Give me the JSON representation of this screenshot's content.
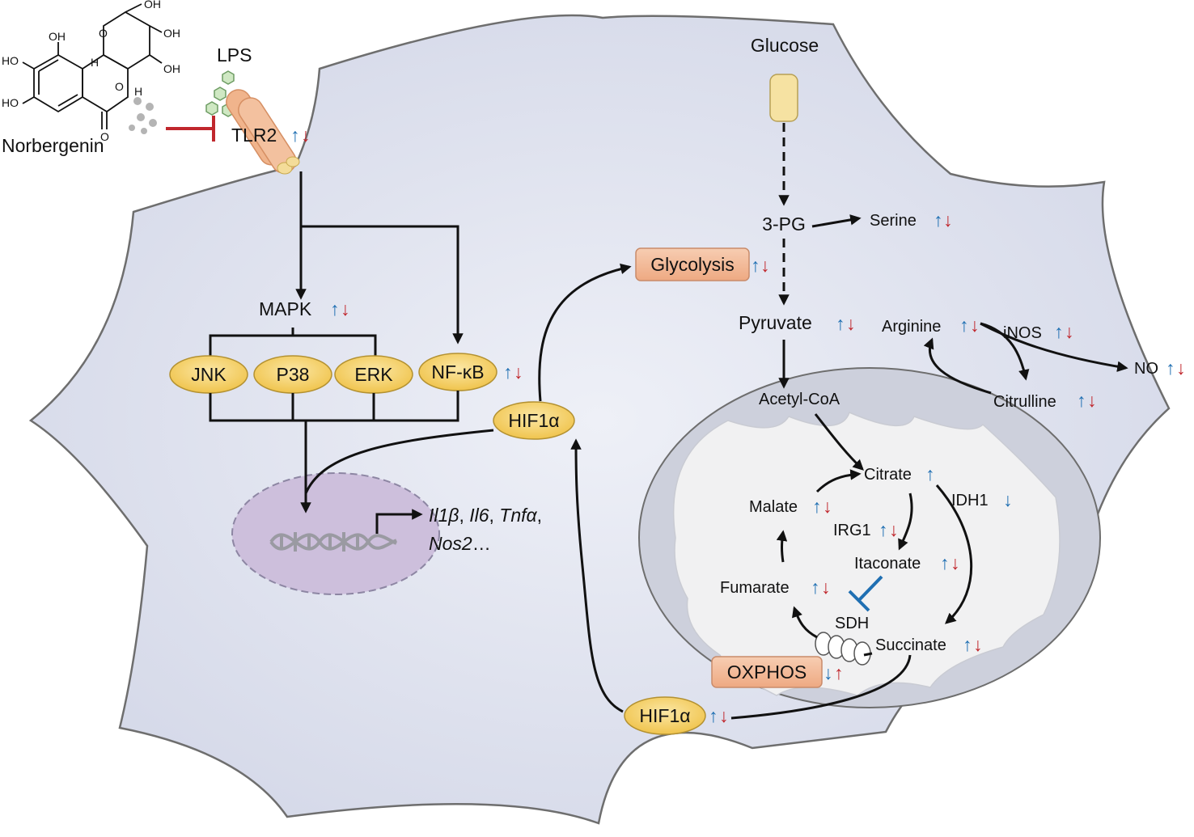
{
  "compound": {
    "name": "Norbergenin",
    "groups": [
      "OH",
      "OH",
      "HO",
      "HO",
      "OH",
      "OH",
      "H",
      "H",
      "O",
      "O",
      "O"
    ]
  },
  "receptor": {
    "ligand": "LPS",
    "name": "TLR2"
  },
  "signaling": {
    "mapk": "MAPK",
    "jnk": "JNK",
    "p38": "P38",
    "erk": "ERK",
    "nfkb": "NF-κB",
    "hif1a": "HIF1α"
  },
  "genes": {
    "il1b": "Il1β",
    "il6": "Il6",
    "tnfa": "Tnfα",
    "nos2": "Nos2",
    "sep": ", ",
    "ellipsis": "…"
  },
  "metabolism": {
    "glucose": "Glucose",
    "pg3": "3-PG",
    "serine": "Serine",
    "glycolysis": "Glycolysis",
    "pyruvate": "Pyruvate",
    "arginine": "Arginine",
    "inos": "iNOS",
    "no": "NO",
    "citrulline": "Citrulline",
    "acetylcoa": "Acetyl-CoA",
    "citrate": "Citrate",
    "idh1": "IDH1",
    "malate": "Malate",
    "irg1": "IRG1",
    "itaconate": "Itaconate",
    "fumarate": "Fumarate",
    "sdh": "SDH",
    "succinate": "Succinate",
    "oxphos": "OXPHOS",
    "hif1a": "HIF1α"
  },
  "symbols": {
    "up": "↑",
    "down": "↓"
  },
  "colors": {
    "cell_fill": "#dfe2ee",
    "cell_stroke": "#6b6b6b",
    "mito_fill": "#cfd2dd",
    "mito_inner": "#f2f2f2",
    "nucleus_fill": "#cdbfdc",
    "node_fill": "#f5d26b",
    "box_fill": "#f1b998",
    "receptor_fill": "#f0b48c",
    "up_arrow": "#1f6fb2",
    "down_arrow": "#c0272d",
    "inhibit_red": "#c0272d",
    "inhibit_blue": "#1f6fb2"
  }
}
